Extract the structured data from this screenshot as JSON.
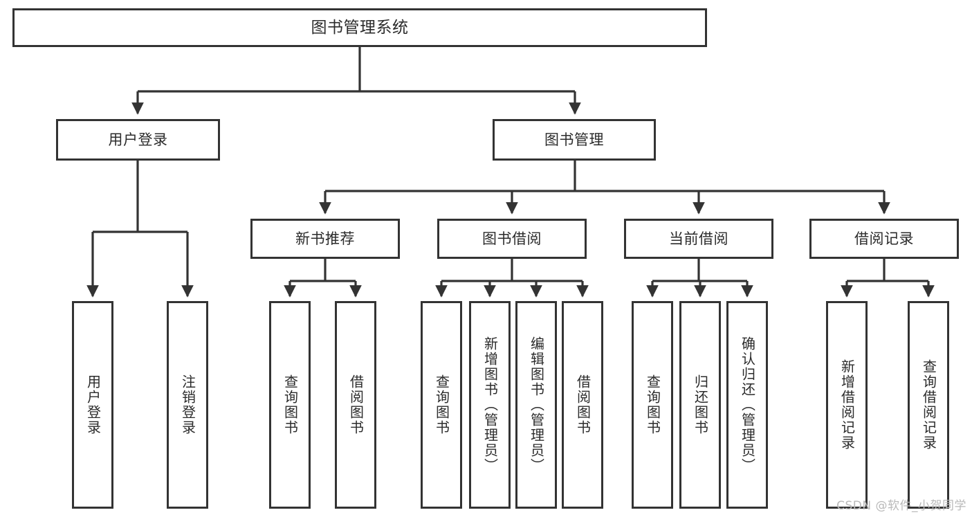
{
  "diagram": {
    "title": "图书管理系统",
    "type": "tree-hierarchy-chart",
    "watermark": "CSDN @软件_小贺同学",
    "colors": {
      "box_border": "#333333",
      "box_fill": "#ffffff",
      "connector": "#333333",
      "text": "#2b2b2b",
      "watermark": "#b9b9b9",
      "background": "#ffffff"
    },
    "root": {
      "label": "图书管理系统"
    },
    "level1": [
      {
        "label": "用户登录"
      },
      {
        "label": "图书管理"
      }
    ],
    "level2": [
      {
        "label": "新书推荐"
      },
      {
        "label": "图书借阅"
      },
      {
        "label": "当前借阅"
      },
      {
        "label": "借阅记录"
      }
    ],
    "leaves": {
      "user_login": [
        {
          "label": "用户登录"
        },
        {
          "label": "注销登录"
        }
      ],
      "new_book": [
        {
          "label": "查询图书"
        },
        {
          "label": "借阅图书"
        }
      ],
      "book_borrow": [
        {
          "label": "查询图书"
        },
        {
          "label": "新增图书（管理员）"
        },
        {
          "label": "编辑图书（管理员）"
        },
        {
          "label": "借阅图书"
        }
      ],
      "current_borrow": [
        {
          "label": "查询图书"
        },
        {
          "label": "归还图书"
        },
        {
          "label": "确认归还（管理员）"
        }
      ],
      "borrow_record": [
        {
          "label": "新增借阅记录"
        },
        {
          "label": "查询借阅记录"
        }
      ]
    }
  }
}
